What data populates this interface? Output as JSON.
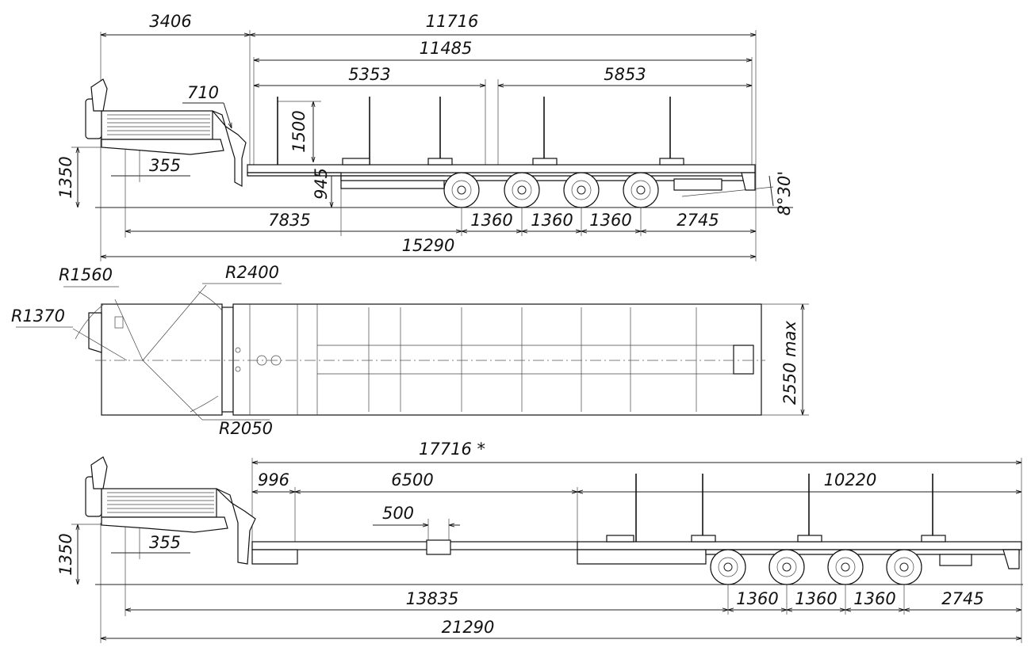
{
  "colors": {
    "line": "#111111",
    "background": "#ffffff"
  },
  "top_view": {
    "dims": {
      "d3406": "3406",
      "d11716": "11716",
      "d11485": "11485",
      "d5353": "5353",
      "d5853": "5853",
      "d710": "710",
      "d1500": "1500",
      "d1350": "1350",
      "d355": "355",
      "d945": "945",
      "angle": "8°30'",
      "d7835": "7835",
      "d1360a": "1360",
      "d1360b": "1360",
      "d1360c": "1360",
      "d2745": "2745",
      "d15290": "15290"
    }
  },
  "plan_view": {
    "dims": {
      "r1560": "R1560",
      "r2400": "R2400",
      "r1370": "R1370",
      "r2050": "R2050",
      "width": "2550 max"
    }
  },
  "bottom_view": {
    "dims": {
      "d17716": "17716 *",
      "d996": "996",
      "d6500": "6500",
      "d10220": "10220",
      "d500": "500",
      "d1350": "1350",
      "d355": "355",
      "d13835": "13835",
      "d1360a": "1360",
      "d1360b": "1360",
      "d1360c": "1360",
      "d2745": "2745",
      "d21290": "21290"
    }
  }
}
